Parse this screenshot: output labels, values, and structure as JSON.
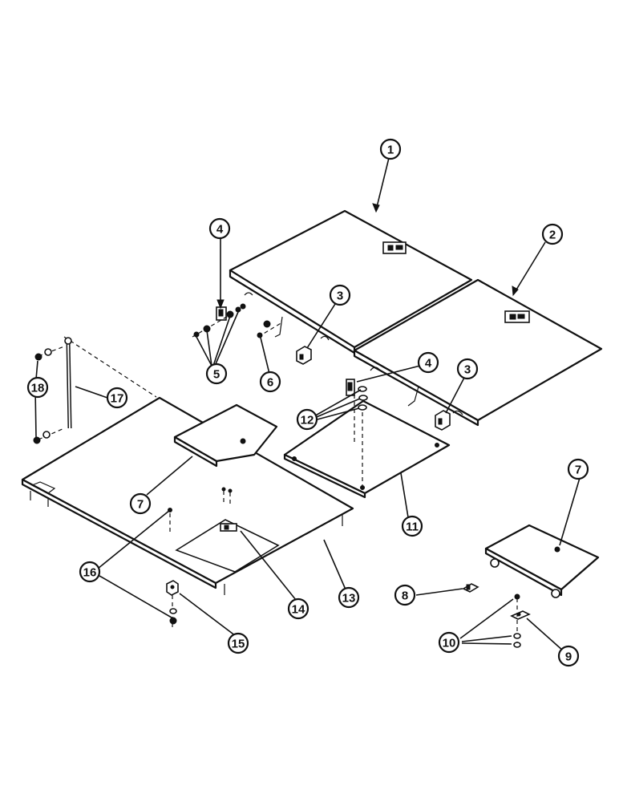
{
  "callouts": [
    {
      "id": "c1",
      "label": "1"
    },
    {
      "id": "c2",
      "label": "2"
    },
    {
      "id": "c3a",
      "label": "3"
    },
    {
      "id": "c3b",
      "label": "3"
    },
    {
      "id": "c4a",
      "label": "4"
    },
    {
      "id": "c4b",
      "label": "4"
    },
    {
      "id": "c5",
      "label": "5"
    },
    {
      "id": "c6",
      "label": "6"
    },
    {
      "id": "c7a",
      "label": "7"
    },
    {
      "id": "c7b",
      "label": "7"
    },
    {
      "id": "c8",
      "label": "8"
    },
    {
      "id": "c9",
      "label": "9"
    },
    {
      "id": "c10",
      "label": "10"
    },
    {
      "id": "c11",
      "label": "11"
    },
    {
      "id": "c12",
      "label": "12"
    },
    {
      "id": "c13",
      "label": "13"
    },
    {
      "id": "c14",
      "label": "14"
    },
    {
      "id": "c15",
      "label": "15"
    },
    {
      "id": "c16",
      "label": "16"
    },
    {
      "id": "c17",
      "label": "17"
    },
    {
      "id": "c18",
      "label": "18"
    }
  ]
}
